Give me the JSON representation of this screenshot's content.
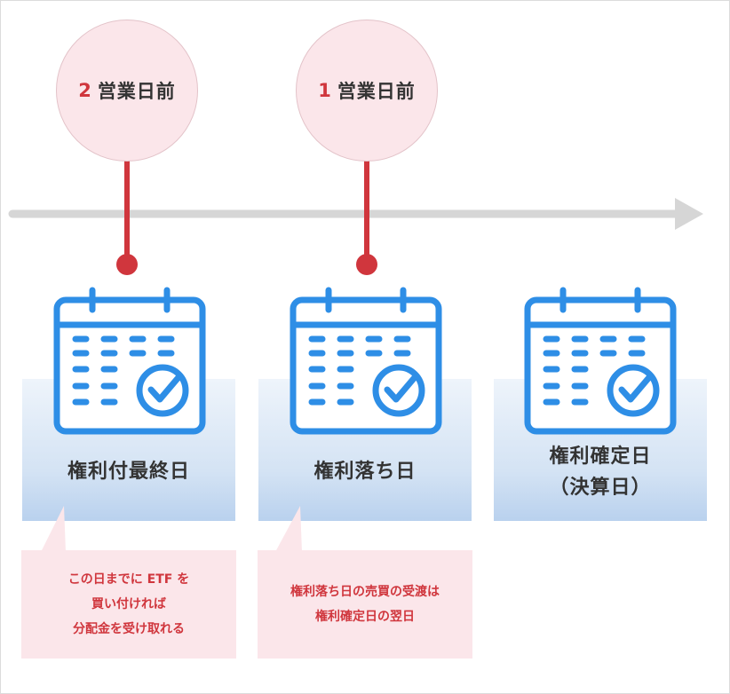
{
  "markers": [
    {
      "number": "2",
      "label": "営業日前"
    },
    {
      "number": "1",
      "label": "営業日前"
    }
  ],
  "cards": [
    {
      "lines": [
        "権利付最終日"
      ]
    },
    {
      "lines": [
        "権利落ち日"
      ]
    },
    {
      "lines": [
        "権利確定日",
        "（決算日）"
      ]
    }
  ],
  "notes": [
    {
      "lines": [
        "この日までに ETF を",
        "買い付ければ",
        "分配金を受け取れる"
      ]
    },
    {
      "lines": [
        "権利落ち日の売買の受渡は",
        "権利確定日の翌日"
      ]
    }
  ],
  "colors": {
    "accent_red": "#d0363d",
    "circle_fill": "#fbe6ea",
    "calendar_blue": "#2e8ee6",
    "arrow_gray": "#d6d6d6"
  },
  "icons": [
    "calendar-check-icon",
    "arrow-right-icon"
  ]
}
